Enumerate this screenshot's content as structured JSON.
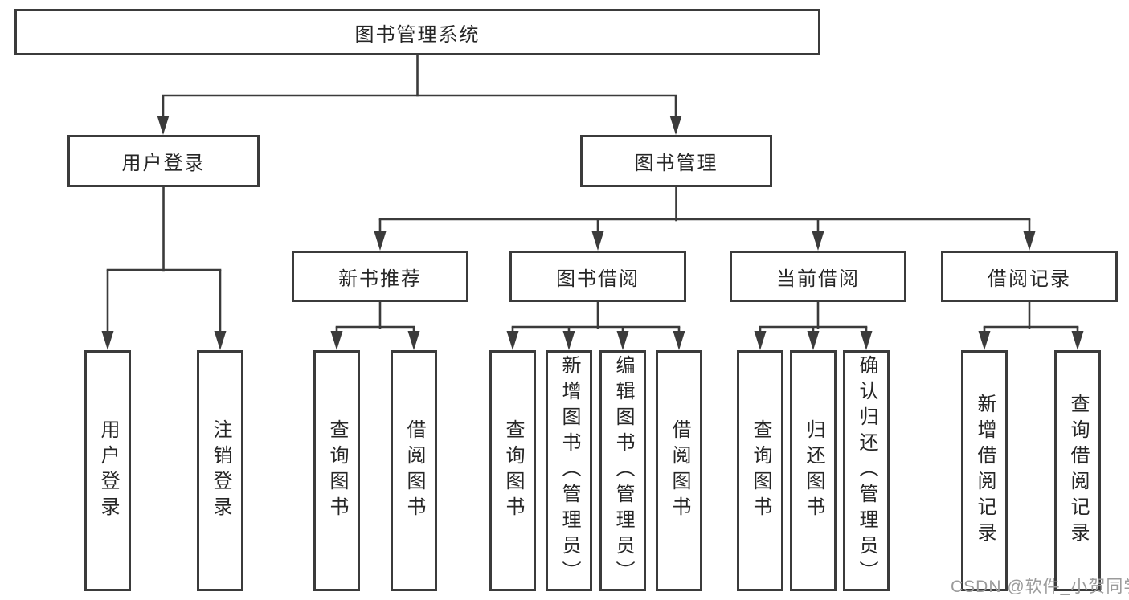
{
  "title": {
    "root": "图书管理系统"
  },
  "nodes": {
    "level2": [
      {
        "label": "用户登录"
      },
      {
        "label": "图书管理"
      }
    ],
    "level3": [
      {
        "label": "新书推荐"
      },
      {
        "label": "图书借阅"
      },
      {
        "label": "当前借阅"
      },
      {
        "label": "借阅记录"
      }
    ],
    "leaves": {
      "user_login": [
        "用户登录",
        "注销登录"
      ],
      "new_book": [
        "查询图书",
        "借阅图书"
      ],
      "book_borrow": [
        "查询图书",
        "新增图书（管理员）",
        "编辑图书（管理员）",
        "借阅图书"
      ],
      "current_borrow": [
        "查询图书",
        "归还图书",
        "确认归还（管理员）"
      ],
      "borrow_record": [
        "新增借阅记录",
        "查询借阅记录"
      ]
    }
  },
  "watermark": {
    "text": "CSDN @软件_小贺同学"
  },
  "colors": {
    "line": "#3b3b3b",
    "text": "#262626",
    "background": "#ffffff",
    "watermark": "#9b9b9b"
  }
}
